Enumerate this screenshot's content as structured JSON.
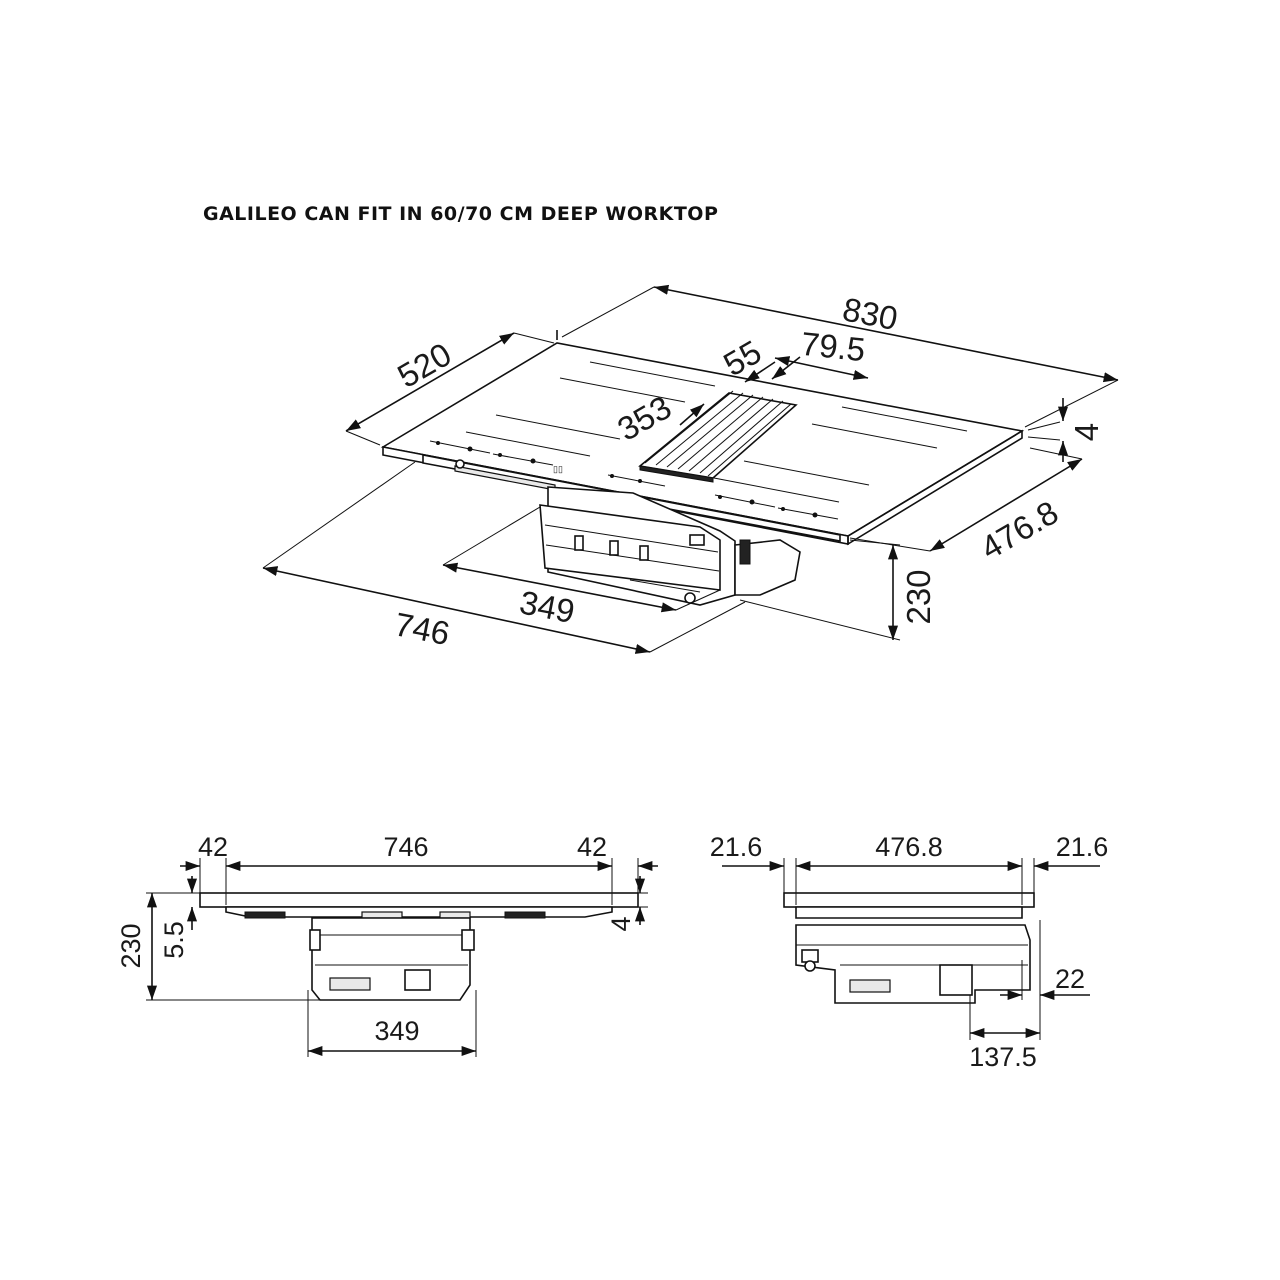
{
  "title": "GALILEO CAN FIT IN 60/70 CM DEEP WORKTOP",
  "iso_view": {
    "width_830": "830",
    "depth_520": "520",
    "vent_55": "55",
    "vent_79_5": "79.5",
    "offset_353": "353",
    "thickness_4": "4",
    "cutout_depth_476_8": "476.8",
    "height_230": "230",
    "motor_349": "349",
    "cutout_width_746": "746"
  },
  "front_view": {
    "left_42": "42",
    "width_746": "746",
    "right_42": "42",
    "height_230": "230",
    "offset_5_5": "5.5",
    "thickness_4": "4",
    "motor_349": "349"
  },
  "side_view": {
    "left_21_6": "21.6",
    "depth_476_8": "476.8",
    "right_21_6": "21.6",
    "offset_22": "22",
    "motor_137_5": "137.5"
  }
}
